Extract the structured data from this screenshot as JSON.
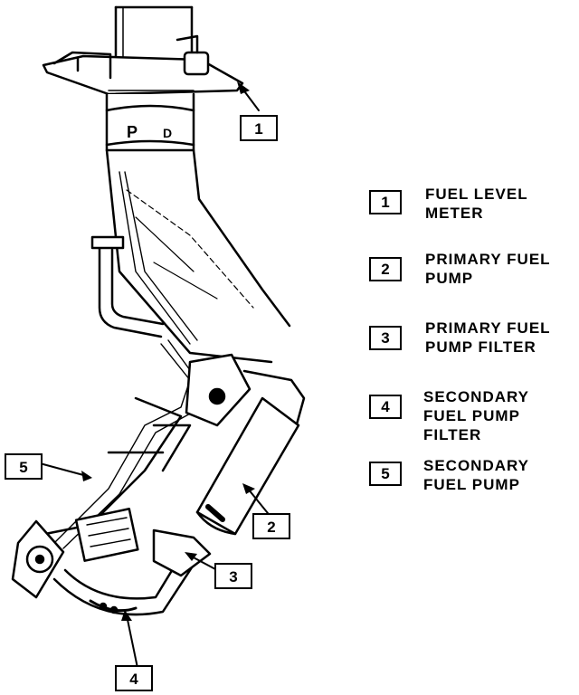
{
  "legend": [
    {
      "num": "1",
      "line1": "FUEL LEVEL",
      "line2": "METER"
    },
    {
      "num": "2",
      "line1": "PRIMARY FUEL",
      "line2": "PUMP"
    },
    {
      "num": "3",
      "line1": "PRIMARY FUEL",
      "line2": "PUMP FILTER"
    },
    {
      "num": "4",
      "line1": "SECONDARY",
      "line2": "FUEL PUMP",
      "line3": "FILTER"
    },
    {
      "num": "5",
      "line1": "SECONDARY",
      "line2": "FUEL PUMP"
    }
  ],
  "callouts": {
    "c1": "1",
    "c2": "2",
    "c3": "3",
    "c4": "4",
    "c5": "5"
  },
  "part_marks": {
    "mark_a": "P",
    "mark_b": "D"
  },
  "colors": {
    "ink": "#000000",
    "paper": "#ffffff"
  }
}
